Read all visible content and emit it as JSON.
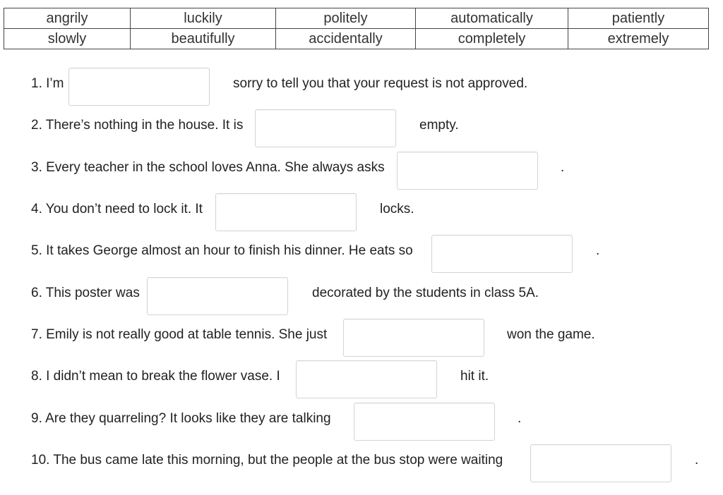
{
  "word_bank": [
    [
      "angrily",
      "luckily",
      "politely",
      "automatically",
      "patiently"
    ],
    [
      "slowly",
      "beautifully",
      "accidentally",
      "completely",
      "extremely"
    ]
  ],
  "questions": [
    {
      "before": "1. I’m",
      "value": "",
      "after": "sorry to tell you that your request is not approved."
    },
    {
      "before": "2. There’s nothing in the house. It is",
      "value": "",
      "after": "empty."
    },
    {
      "before": "3. Every teacher in the school loves Anna. She always asks",
      "value": "",
      "after": "."
    },
    {
      "before": "4. You don’t need to lock it. It",
      "value": "",
      "after": "locks."
    },
    {
      "before": "5. It takes George almost an hour to finish his dinner. He eats so",
      "value": "",
      "after": "."
    },
    {
      "before": "6. This poster was",
      "value": "",
      "after": "decorated by the students in class 5A."
    },
    {
      "before": "7. Emily is not really good at table tennis. She just",
      "value": "",
      "after": "won the game."
    },
    {
      "before": "8. I didn’t mean to break the flower vase. I",
      "value": "",
      "after": "hit it."
    },
    {
      "before": "9. Are they quarreling? It looks like they are talking",
      "value": "",
      "after": "."
    },
    {
      "before": "10. The bus came late this morning, but the people at the bus stop were waiting",
      "value": "",
      "after": "."
    }
  ]
}
